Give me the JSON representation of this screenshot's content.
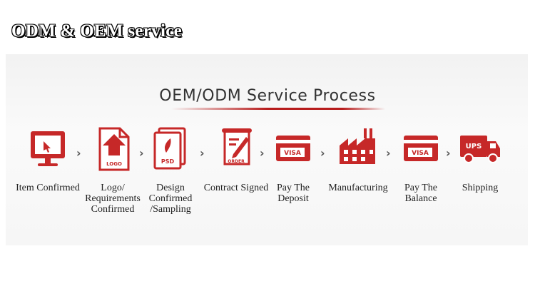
{
  "page_title": "ODM & OEM service",
  "process_title": "OEM/ODM Service Process",
  "accent_color": "#c62828",
  "steps": [
    {
      "label": "Item Confirmed",
      "icon": "monitor-icon"
    },
    {
      "label": "Logo/\nRequirements\nConfirmed",
      "icon": "logo-file-icon",
      "icon_text": "LOGO"
    },
    {
      "label": "Design\nConfirmed\n/Sampling",
      "icon": "psd-file-icon",
      "icon_text": "PSD"
    },
    {
      "label": "Contract Signed",
      "icon": "order-contract-icon",
      "icon_text": "ORDER"
    },
    {
      "label": "Pay The\nDeposit",
      "icon": "visa-card-icon",
      "icon_text": "VISA"
    },
    {
      "label": "Manufacturing",
      "icon": "factory-icon"
    },
    {
      "label": "Pay The\nBalance",
      "icon": "visa-card-icon",
      "icon_text": "VISA"
    },
    {
      "label": "Shipping",
      "icon": "ups-truck-icon",
      "icon_text": "UPS"
    }
  ],
  "arrow_glyph": "›"
}
